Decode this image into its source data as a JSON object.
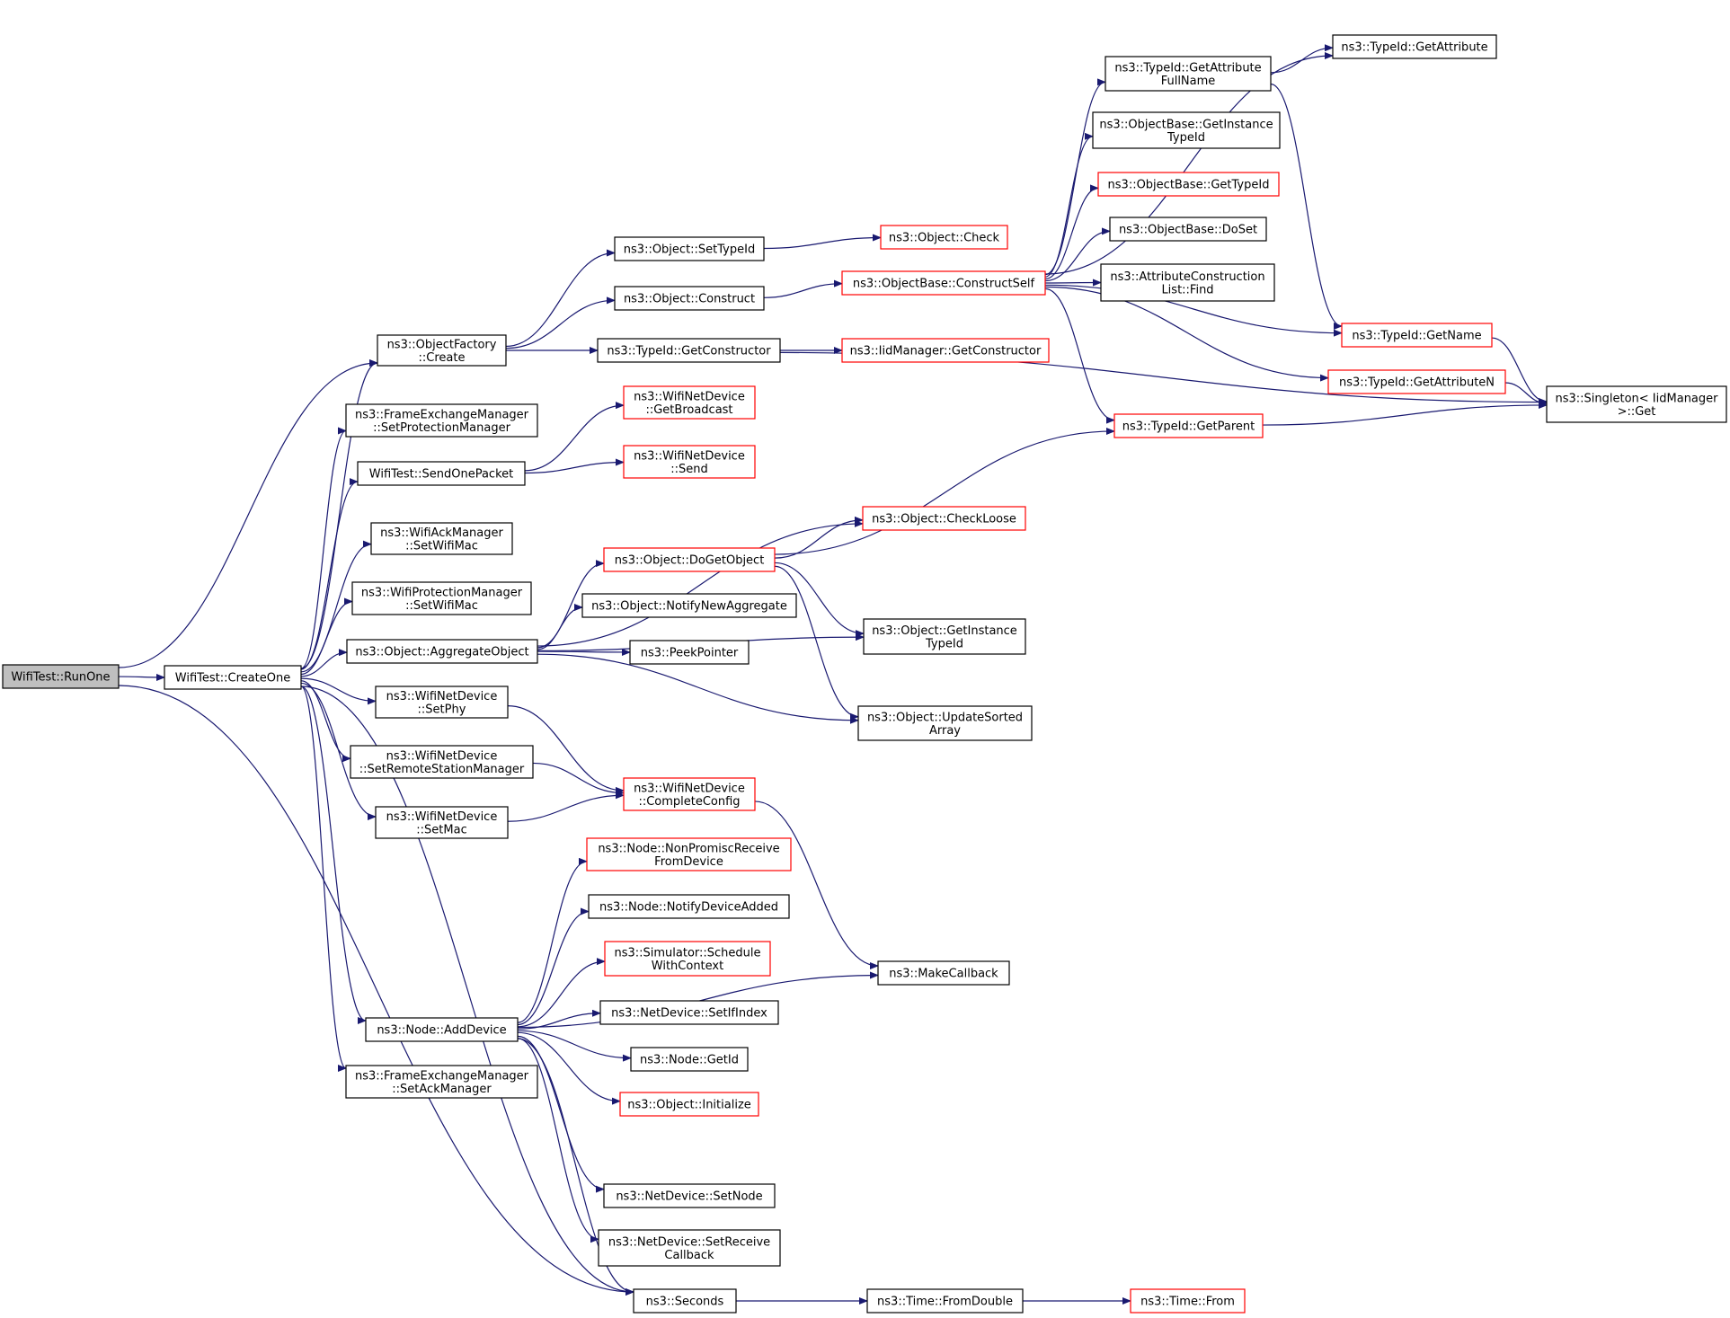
{
  "colors": {
    "edge": "#191970",
    "node_border_default": "#000000",
    "node_border_red": "#ff0000",
    "node_fill": "#ffffff",
    "root_fill": "#bfbfbf"
  },
  "nodes": [
    {
      "id": "runone",
      "lines": [
        "WifiTest::RunOne"
      ],
      "style": "root"
    },
    {
      "id": "createone",
      "lines": [
        "WifiTest::CreateOne"
      ],
      "style": "black"
    },
    {
      "id": "objfactory_create",
      "lines": [
        "ns3::ObjectFactory",
        "::Create"
      ],
      "style": "black"
    },
    {
      "id": "fem_setprot",
      "lines": [
        "ns3::FrameExchangeManager",
        "::SetProtectionManager"
      ],
      "style": "black"
    },
    {
      "id": "sendonepacket",
      "lines": [
        "WifiTest::SendOnePacket"
      ],
      "style": "black"
    },
    {
      "id": "ackmgr_setwifimac",
      "lines": [
        "ns3::WifiAckManager",
        "::SetWifiMac"
      ],
      "style": "black"
    },
    {
      "id": "protmgr_setwifimac",
      "lines": [
        "ns3::WifiProtectionManager",
        "::SetWifiMac"
      ],
      "style": "black"
    },
    {
      "id": "aggregateobject",
      "lines": [
        "ns3::Object::AggregateObject"
      ],
      "style": "black"
    },
    {
      "id": "wnd_setphy",
      "lines": [
        "ns3::WifiNetDevice",
        "::SetPhy"
      ],
      "style": "black"
    },
    {
      "id": "wnd_setrsm",
      "lines": [
        "ns3::WifiNetDevice",
        "::SetRemoteStationManager"
      ],
      "style": "black"
    },
    {
      "id": "wnd_setmac",
      "lines": [
        "ns3::WifiNetDevice",
        "::SetMac"
      ],
      "style": "black"
    },
    {
      "id": "node_adddevice",
      "lines": [
        "ns3::Node::AddDevice"
      ],
      "style": "black"
    },
    {
      "id": "fem_setack",
      "lines": [
        "ns3::FrameExchangeManager",
        "::SetAckManager"
      ],
      "style": "black"
    },
    {
      "id": "obj_settypeid",
      "lines": [
        "ns3::Object::SetTypeId"
      ],
      "style": "black"
    },
    {
      "id": "obj_construct",
      "lines": [
        "ns3::Object::Construct"
      ],
      "style": "black"
    },
    {
      "id": "typeid_getconstructor",
      "lines": [
        "ns3::TypeId::GetConstructor"
      ],
      "style": "black"
    },
    {
      "id": "wnd_getbroadcast",
      "lines": [
        "ns3::WifiNetDevice",
        "::GetBroadcast"
      ],
      "style": "red"
    },
    {
      "id": "wnd_send",
      "lines": [
        "ns3::WifiNetDevice",
        "::Send"
      ],
      "style": "red"
    },
    {
      "id": "obj_dogetobject",
      "lines": [
        "ns3::Object::DoGetObject"
      ],
      "style": "red"
    },
    {
      "id": "obj_notifynewaggregate",
      "lines": [
        "ns3::Object::NotifyNewAggregate"
      ],
      "style": "black"
    },
    {
      "id": "peekpointer",
      "lines": [
        "ns3::PeekPointer"
      ],
      "style": "black"
    },
    {
      "id": "wnd_completeconfig",
      "lines": [
        "ns3::WifiNetDevice",
        "::CompleteConfig"
      ],
      "style": "red"
    },
    {
      "id": "node_nonpromisc",
      "lines": [
        "ns3::Node::NonPromiscReceive",
        "FromDevice"
      ],
      "style": "red"
    },
    {
      "id": "node_notifydeviceadded",
      "lines": [
        "ns3::Node::NotifyDeviceAdded"
      ],
      "style": "black"
    },
    {
      "id": "sim_schedulewithcontext",
      "lines": [
        "ns3::Simulator::Schedule",
        "WithContext"
      ],
      "style": "red"
    },
    {
      "id": "nd_setifindex",
      "lines": [
        "ns3::NetDevice::SetIfIndex"
      ],
      "style": "black"
    },
    {
      "id": "node_getid",
      "lines": [
        "ns3::Node::GetId"
      ],
      "style": "black"
    },
    {
      "id": "obj_initialize",
      "lines": [
        "ns3::Object::Initialize"
      ],
      "style": "red"
    },
    {
      "id": "nd_setnode",
      "lines": [
        "ns3::NetDevice::SetNode"
      ],
      "style": "black"
    },
    {
      "id": "nd_setreceivecallback",
      "lines": [
        "ns3::NetDevice::SetReceive",
        "Callback"
      ],
      "style": "black"
    },
    {
      "id": "seconds",
      "lines": [
        "ns3::Seconds"
      ],
      "style": "black"
    },
    {
      "id": "obj_check",
      "lines": [
        "ns3::Object::Check"
      ],
      "style": "red"
    },
    {
      "id": "objbase_constructself",
      "lines": [
        "ns3::ObjectBase::ConstructSelf"
      ],
      "style": "red"
    },
    {
      "id": "iidmgr_getconstructor",
      "lines": [
        "ns3::IidManager::GetConstructor"
      ],
      "style": "red"
    },
    {
      "id": "obj_checkloose",
      "lines": [
        "ns3::Object::CheckLoose"
      ],
      "style": "red"
    },
    {
      "id": "obj_getinstancetypeid",
      "lines": [
        "ns3::Object::GetInstance",
        "TypeId"
      ],
      "style": "black"
    },
    {
      "id": "obj_updatesortedarray",
      "lines": [
        "ns3::Object::UpdateSorted",
        "Array"
      ],
      "style": "black"
    },
    {
      "id": "makecallback",
      "lines": [
        "ns3::MakeCallback"
      ],
      "style": "black"
    },
    {
      "id": "time_fromdouble",
      "lines": [
        "ns3::Time::FromDouble"
      ],
      "style": "black"
    },
    {
      "id": "time_from",
      "lines": [
        "ns3::Time::From"
      ],
      "style": "red"
    },
    {
      "id": "typeid_getattrfullname",
      "lines": [
        "ns3::TypeId::GetAttribute",
        "FullName"
      ],
      "style": "black"
    },
    {
      "id": "objbase_getinstancetypeid",
      "lines": [
        "ns3::ObjectBase::GetInstance",
        "TypeId"
      ],
      "style": "black"
    },
    {
      "id": "objbase_gettypeid",
      "lines": [
        "ns3::ObjectBase::GetTypeId"
      ],
      "style": "red"
    },
    {
      "id": "objbase_doset",
      "lines": [
        "ns3::ObjectBase::DoSet"
      ],
      "style": "black"
    },
    {
      "id": "acl_find",
      "lines": [
        "ns3::AttributeConstruction",
        "List::Find"
      ],
      "style": "black"
    },
    {
      "id": "typeid_getname",
      "lines": [
        "ns3::TypeId::GetName"
      ],
      "style": "red"
    },
    {
      "id": "typeid_getattributen",
      "lines": [
        "ns3::TypeId::GetAttributeN"
      ],
      "style": "red"
    },
    {
      "id": "typeid_getparent",
      "lines": [
        "ns3::TypeId::GetParent"
      ],
      "style": "red"
    },
    {
      "id": "typeid_getattribute",
      "lines": [
        "ns3::TypeId::GetAttribute"
      ],
      "style": "black"
    },
    {
      "id": "singleton_get",
      "lines": [
        "ns3::Singleton< IidManager",
        ">::Get"
      ],
      "style": "black"
    }
  ],
  "edges": [
    [
      "runone",
      "createone"
    ],
    [
      "runone",
      "objfactory_create"
    ],
    [
      "runone",
      "seconds"
    ],
    [
      "createone",
      "objfactory_create"
    ],
    [
      "createone",
      "fem_setprot"
    ],
    [
      "createone",
      "sendonepacket"
    ],
    [
      "createone",
      "ackmgr_setwifimac"
    ],
    [
      "createone",
      "protmgr_setwifimac"
    ],
    [
      "createone",
      "aggregateobject"
    ],
    [
      "createone",
      "wnd_setphy"
    ],
    [
      "createone",
      "wnd_setrsm"
    ],
    [
      "createone",
      "wnd_setmac"
    ],
    [
      "createone",
      "node_adddevice"
    ],
    [
      "createone",
      "fem_setack"
    ],
    [
      "createone",
      "seconds"
    ],
    [
      "objfactory_create",
      "obj_settypeid"
    ],
    [
      "objfactory_create",
      "obj_construct"
    ],
    [
      "objfactory_create",
      "typeid_getconstructor"
    ],
    [
      "sendonepacket",
      "wnd_getbroadcast"
    ],
    [
      "sendonepacket",
      "wnd_send"
    ],
    [
      "aggregateobject",
      "obj_checkloose"
    ],
    [
      "aggregateobject",
      "obj_dogetobject"
    ],
    [
      "aggregateobject",
      "obj_notifynewaggregate"
    ],
    [
      "aggregateobject",
      "peekpointer"
    ],
    [
      "aggregateobject",
      "obj_getinstancetypeid"
    ],
    [
      "aggregateobject",
      "obj_updatesortedarray"
    ],
    [
      "wnd_setphy",
      "wnd_completeconfig"
    ],
    [
      "wnd_setrsm",
      "wnd_completeconfig"
    ],
    [
      "wnd_setmac",
      "wnd_completeconfig"
    ],
    [
      "node_adddevice",
      "node_nonpromisc"
    ],
    [
      "node_adddevice",
      "node_notifydeviceadded"
    ],
    [
      "node_adddevice",
      "sim_schedulewithcontext"
    ],
    [
      "node_adddevice",
      "nd_setifindex"
    ],
    [
      "node_adddevice",
      "node_getid"
    ],
    [
      "node_adddevice",
      "obj_initialize"
    ],
    [
      "node_adddevice",
      "makecallback"
    ],
    [
      "node_adddevice",
      "nd_setnode"
    ],
    [
      "node_adddevice",
      "nd_setreceivecallback"
    ],
    [
      "node_adddevice",
      "seconds"
    ],
    [
      "obj_settypeid",
      "obj_check"
    ],
    [
      "obj_construct",
      "objbase_constructself"
    ],
    [
      "typeid_getconstructor",
      "iidmgr_getconstructor"
    ],
    [
      "typeid_getconstructor",
      "singleton_get"
    ],
    [
      "obj_dogetobject",
      "obj_checkloose"
    ],
    [
      "obj_dogetobject",
      "obj_getinstancetypeid"
    ],
    [
      "obj_dogetobject",
      "obj_updatesortedarray"
    ],
    [
      "obj_dogetobject",
      "typeid_getparent"
    ],
    [
      "wnd_completeconfig",
      "makecallback"
    ],
    [
      "seconds",
      "time_fromdouble"
    ],
    [
      "time_fromdouble",
      "time_from"
    ],
    [
      "objbase_constructself",
      "typeid_getattribute"
    ],
    [
      "objbase_constructself",
      "typeid_getattrfullname"
    ],
    [
      "objbase_constructself",
      "objbase_getinstancetypeid"
    ],
    [
      "objbase_constructself",
      "objbase_gettypeid"
    ],
    [
      "objbase_constructself",
      "objbase_doset"
    ],
    [
      "objbase_constructself",
      "acl_find"
    ],
    [
      "objbase_constructself",
      "typeid_getname"
    ],
    [
      "objbase_constructself",
      "typeid_getattributen"
    ],
    [
      "objbase_constructself",
      "typeid_getparent"
    ],
    [
      "typeid_getattrfullname",
      "typeid_getattribute"
    ],
    [
      "typeid_getattrfullname",
      "typeid_getname"
    ],
    [
      "typeid_getname",
      "singleton_get"
    ],
    [
      "typeid_getattributen",
      "singleton_get"
    ],
    [
      "typeid_getparent",
      "singleton_get"
    ]
  ]
}
